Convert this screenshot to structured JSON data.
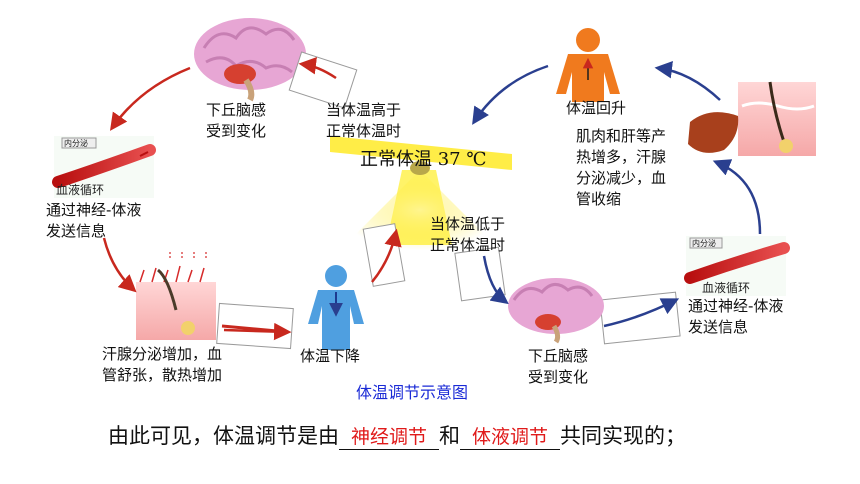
{
  "center": {
    "label": "正常体温",
    "value": "37 ℃"
  },
  "nodes": {
    "hypothalamus_top": {
      "line1": "下丘脑感",
      "line2": "受到变化"
    },
    "cond_high": {
      "line1": "当体温高于",
      "line2": "正常体温时"
    },
    "signal_left": {
      "line1": "通过神经-体液",
      "line2": "发送信息"
    },
    "effect_left": {
      "line1": "汗腺分泌增加，血",
      "line2": "管舒张，散热增加"
    },
    "body_down": {
      "label": "体温下降"
    },
    "cond_low": {
      "line1": "当体温低于",
      "line2": "正常体温时"
    },
    "hypothalamus_bottom": {
      "line1": "下丘脑感",
      "line2": "受到变化"
    },
    "signal_right": {
      "line1": "通过神经-体液",
      "line2": "发送信息"
    },
    "effect_right": {
      "line1": "肌肉和肝等产",
      "line2": "热增多，汗腺",
      "line3": "分泌减少，血",
      "line4": "管收缩"
    },
    "body_up": {
      "label": "体温回升"
    }
  },
  "image_labels": {
    "endocrine": "内分泌",
    "blood": "血液循环",
    "endocrine_right": "内分泌",
    "blood_right": "血液循环"
  },
  "caption": "体温调节示意图",
  "conclusion": {
    "prefix": "由此可见，体温调节是由",
    "answer1": "神经调节",
    "middle": "和",
    "answer2": "体液调节",
    "suffix": "共同实现的；"
  },
  "colors": {
    "arrow_red": "#c8281e",
    "arrow_blue": "#2a3f8f",
    "answer": "#e01a1a",
    "caption": "#1a2ad6"
  }
}
